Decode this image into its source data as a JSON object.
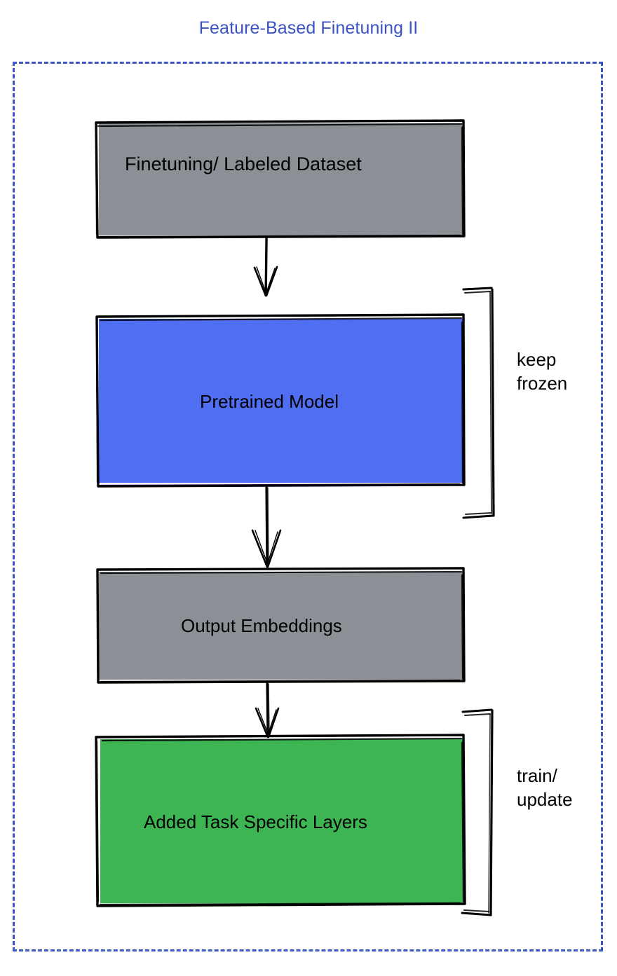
{
  "title": "Feature-Based Finetuning II",
  "colors": {
    "title_text": "#3b52c4",
    "frame_border": "#3c55c6",
    "gray_fill": "#8b9097",
    "blue_fill": "#4f6ef2",
    "green_fill": "#3cb552",
    "stroke": "#000000",
    "label_text": "#000000",
    "background": "#ffffff"
  },
  "nodes": [
    {
      "id": "dataset",
      "label": "Finetuning/ Labeled Dataset",
      "fill": "gray"
    },
    {
      "id": "pretrained",
      "label": "Pretrained Model",
      "fill": "blue"
    },
    {
      "id": "embeddings",
      "label": "Output Embeddings",
      "fill": "gray"
    },
    {
      "id": "task_layers",
      "label": "Added Task Specific Layers",
      "fill": "green"
    }
  ],
  "connectors": [
    {
      "id": "arrow-dataset-to-pretrained",
      "from": "dataset",
      "to": "pretrained",
      "style": "arrow-down"
    },
    {
      "id": "arrow-pretrained-to-embeddings",
      "from": "pretrained",
      "to": "embeddings",
      "style": "arrow-down"
    },
    {
      "id": "arrow-embeddings-to-task-layers",
      "from": "embeddings",
      "to": "task_layers",
      "style": "arrow-down"
    }
  ],
  "brackets": [
    {
      "id": "keep-frozen",
      "label_line1": "keep",
      "label_line2": "frozen",
      "targets": [
        "pretrained"
      ]
    },
    {
      "id": "train-update",
      "label_line1": "train/",
      "label_line2": "update",
      "targets": [
        "task_layers"
      ]
    }
  ]
}
